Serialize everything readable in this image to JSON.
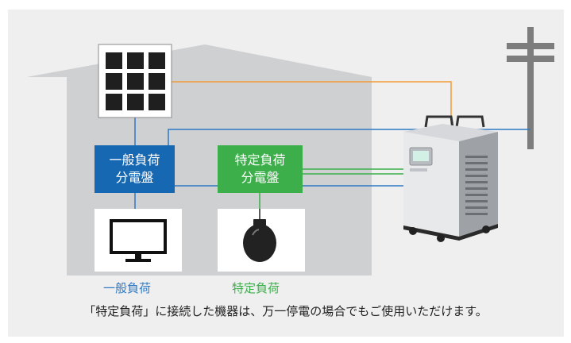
{
  "panels": {
    "general": {
      "line1": "一般負荷",
      "line2": "分電盤"
    },
    "specific": {
      "line1": "特定負荷",
      "line2": "分電盤"
    }
  },
  "loads": {
    "general_label": "一般負荷",
    "specific_label": "特定負荷"
  },
  "caption": "「特定負荷」に接続した機器は、万一停電の場合でもご使用いただけます。",
  "colors": {
    "house": "#cfd0d2",
    "general": "#1668b3",
    "specific": "#3cae4a",
    "solar_line": "#f29b38",
    "grid_line": "#2f79c4",
    "pole": "#7d7d7d"
  }
}
